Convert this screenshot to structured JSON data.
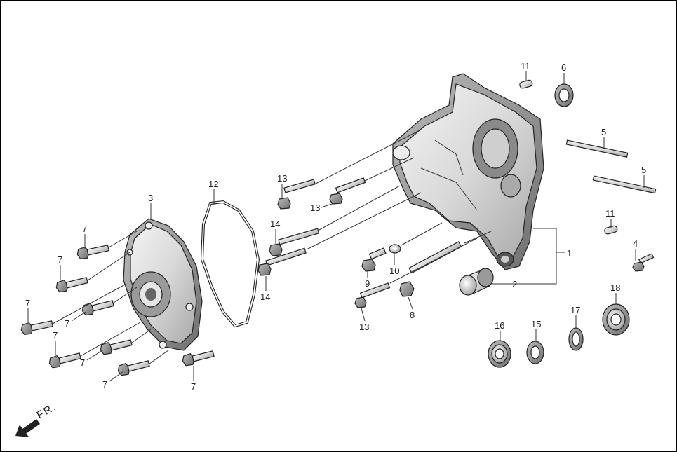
{
  "diagram": {
    "direction_label": "FR.",
    "callouts": [
      {
        "id": "c1",
        "text": "1"
      },
      {
        "id": "c2",
        "text": "2"
      },
      {
        "id": "c3",
        "text": "3"
      },
      {
        "id": "c4",
        "text": "4"
      },
      {
        "id": "c5a",
        "text": "5"
      },
      {
        "id": "c5b",
        "text": "5"
      },
      {
        "id": "c6",
        "text": "6"
      },
      {
        "id": "c7a",
        "text": "7"
      },
      {
        "id": "c7b",
        "text": "7"
      },
      {
        "id": "c7c",
        "text": "7"
      },
      {
        "id": "c7d",
        "text": "7"
      },
      {
        "id": "c7e",
        "text": "7"
      },
      {
        "id": "c7f",
        "text": "7"
      },
      {
        "id": "c7g",
        "text": "7"
      },
      {
        "id": "c7h",
        "text": "7"
      },
      {
        "id": "c8",
        "text": "8"
      },
      {
        "id": "c9",
        "text": "9"
      },
      {
        "id": "c10",
        "text": "10"
      },
      {
        "id": "c11a",
        "text": "11"
      },
      {
        "id": "c11b",
        "text": "11"
      },
      {
        "id": "c12",
        "text": "12"
      },
      {
        "id": "c13a",
        "text": "13"
      },
      {
        "id": "c13b",
        "text": "13"
      },
      {
        "id": "c13c",
        "text": "13"
      },
      {
        "id": "c14a",
        "text": "14"
      },
      {
        "id": "c14b",
        "text": "14"
      },
      {
        "id": "c15",
        "text": "15"
      },
      {
        "id": "c16",
        "text": "16"
      },
      {
        "id": "c17",
        "text": "17"
      },
      {
        "id": "c18",
        "text": "18"
      }
    ]
  }
}
